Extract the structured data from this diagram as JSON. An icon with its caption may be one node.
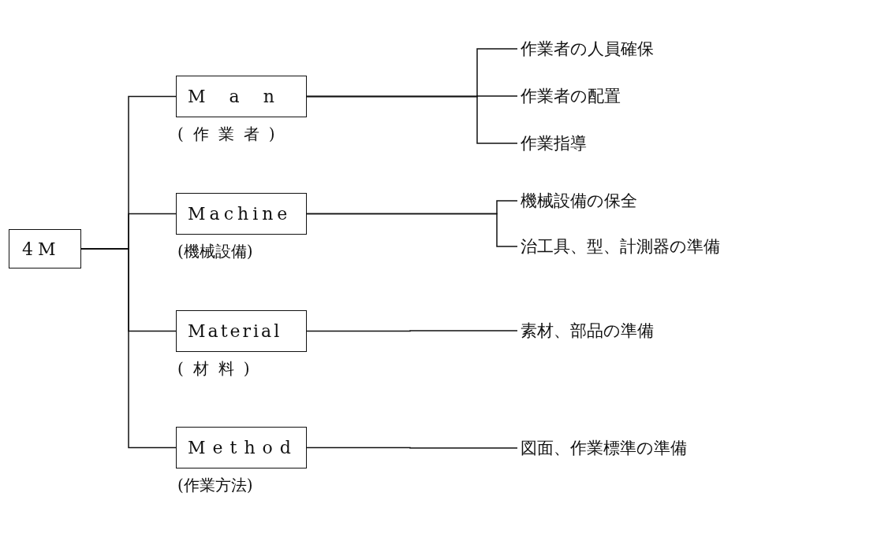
{
  "diagram": {
    "nodes": [
      {
        "text": [
          "4M"
        ]
      },
      {
        "text": [
          "Man"
        ],
        "beside": [
          "(作業者)"
        ]
      },
      {
        "text": [
          "Machine"
        ],
        "beside": [
          "(機械設備)"
        ]
      },
      {
        "text": [
          "Material"
        ],
        "beside": [
          "(材料)"
        ]
      },
      {
        "text": [
          "Method"
        ],
        "beside": [
          "(作業方法)"
        ]
      },
      {
        "text": [
          "作業者の人員確保"
        ]
      },
      {
        "text": [
          "作業者の配置"
        ]
      },
      {
        "text": [
          "作業指導"
        ]
      },
      {
        "text": [
          "機械設備の保全"
        ]
      },
      {
        "text": [
          "治工具、型、計測器の準備"
        ]
      },
      {
        "text": [
          "素材、部品の準備"
        ]
      },
      {
        "text": [
          "図面、作業標準の準備"
        ]
      }
    ],
    "edges": [
      {
        "from": 0,
        "to": 1,
        "arrow": "none"
      },
      {
        "from": 0,
        "to": 2,
        "arrow": "none"
      },
      {
        "from": 0,
        "to": 3,
        "arrow": "none"
      },
      {
        "from": 0,
        "to": 4,
        "arrow": "none"
      },
      {
        "from": 1,
        "to": 5,
        "arrow": "none"
      },
      {
        "from": 1,
        "to": 6,
        "arrow": "none"
      },
      {
        "from": 1,
        "to": 7,
        "arrow": "none"
      },
      {
        "from": 2,
        "to": 8,
        "arrow": "none"
      },
      {
        "from": 2,
        "to": 9,
        "arrow": "none"
      },
      {
        "from": 3,
        "to": 10,
        "arrow": "none"
      },
      {
        "from": 4,
        "to": 11,
        "arrow": "none"
      }
    ]
  }
}
